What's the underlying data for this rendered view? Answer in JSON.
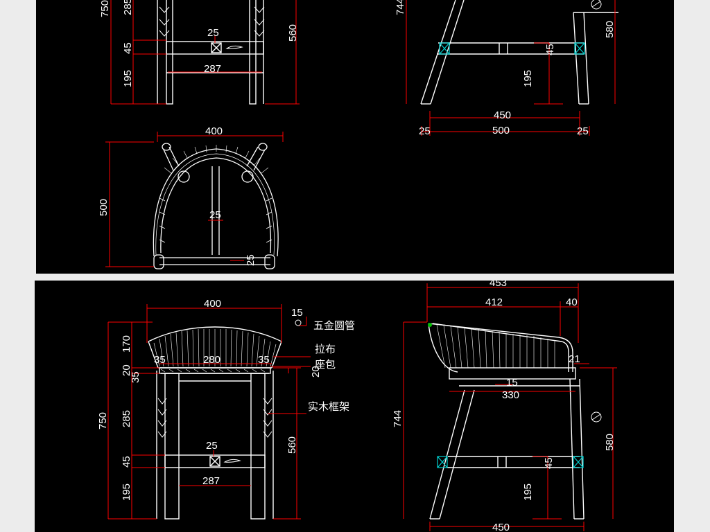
{
  "colors": {
    "background": "#ececec",
    "sheet": "#000000",
    "line": "#ffffff",
    "dimension": "#ff0000",
    "joint": "#00d0d0",
    "marker": "#00c000"
  },
  "top_sheet": {
    "front_view": {
      "height_total": "750",
      "seg_285": "285",
      "seg_45": "45",
      "seg_195": "195",
      "rail_25": "25",
      "stretcher_287": "287",
      "seat_560": "560"
    },
    "side_view": {
      "height_744": "744",
      "seg_45": "45",
      "seg_195": "195",
      "seat_580": "580",
      "base_450": "450",
      "depth_500": "500",
      "overhang_left": "25",
      "overhang_right": "25"
    },
    "plan_view": {
      "width_400": "400",
      "depth_500": "500",
      "center_25": "25",
      "rail_25": "25"
    }
  },
  "bottom_sheet": {
    "front_view": {
      "width_400": "400",
      "tube_15": "15",
      "back_170": "170",
      "seg_20": "20",
      "seg_35": "35",
      "height_750": "750",
      "seg_285": "285",
      "seg_45": "45",
      "seg_195": "195",
      "cushion_35_left": "35",
      "cushion_280": "280",
      "cushion_35_right": "35",
      "cushion_20": "20",
      "seat_560": "560",
      "rail_25": "25",
      "stretcher_287": "287"
    },
    "callouts": {
      "hardware_tube": "五金圆管",
      "fabric": "拉布",
      "seat_cushion": "座包",
      "wood_frame": "实木框架"
    },
    "side_view": {
      "depth_453": "453",
      "depth_412": "412",
      "arm_40": "40",
      "arm_21": "21",
      "seat_330": "330",
      "seat_15": "15",
      "height_744": "744",
      "seat_580": "580",
      "seg_45": "45",
      "seg_195": "195",
      "base_450": "450"
    }
  }
}
